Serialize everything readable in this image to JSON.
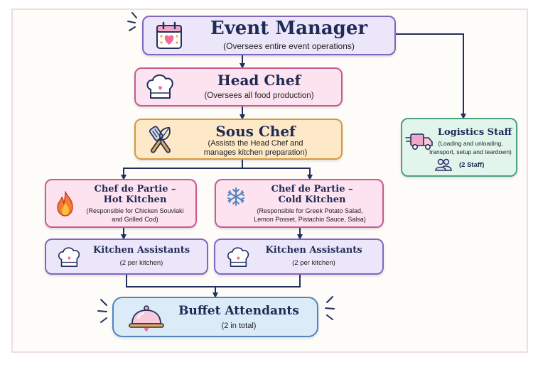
{
  "event_manager": {
    "title": "Event Manager",
    "subtitle": "(Oversees entire event operations)",
    "icon": "calendar-heart-icon"
  },
  "head_chef": {
    "title": "Head Chef",
    "subtitle": "(Oversees all food production)",
    "icon": "chef-hat-icon"
  },
  "sous_chef": {
    "title": "Sous Chef",
    "subtitle_lines": [
      "(Assists the Head Chef and",
      "manages kitchen preparation)"
    ],
    "icon": "whisk-spatula-icon"
  },
  "logistics": {
    "title": "Logistics Staff",
    "subtitle_lines": [
      "(Loading and unloading,",
      "transport, setup and teardown)"
    ],
    "staff": "(2 Staff)",
    "icon": "delivery-truck-icon"
  },
  "hot_kitchen": {
    "title_lines": [
      "Chef de Partie –",
      "Hot Kitchen"
    ],
    "subtitle_lines": [
      "(Responsible for Chicken Souvlaki",
      "and Grilled Cod)"
    ],
    "icon": "flame-icon"
  },
  "cold_kitchen": {
    "title_lines": [
      "Chef de Partie –",
      "Cold Kitchen"
    ],
    "subtitle_lines": [
      "(Responsible for Greek Potato Salad,",
      "Lemon Posset, Pistachio Sauce, Salsa)"
    ],
    "icon": "snowflake-icon"
  },
  "assistants_left": {
    "title": "Kitchen Assistants",
    "subtitle": "(2 per kitchen)",
    "icon": "chef-hat-icon"
  },
  "assistants_right": {
    "title": "Kitchen Assistants",
    "subtitle": "(2 per kitchen)",
    "icon": "chef-hat-icon"
  },
  "buffet": {
    "title": "Buffet Attendants",
    "subtitle": "(2 in total)",
    "icon": "food-cloche-icon"
  },
  "colors": {
    "connector": "#22305e",
    "title": "#1f2a55",
    "purple": "#7f66c0",
    "pink": "#c95a8e",
    "amber": "#d39a3b",
    "green": "#48a37b",
    "blue": "#4f86c0"
  }
}
